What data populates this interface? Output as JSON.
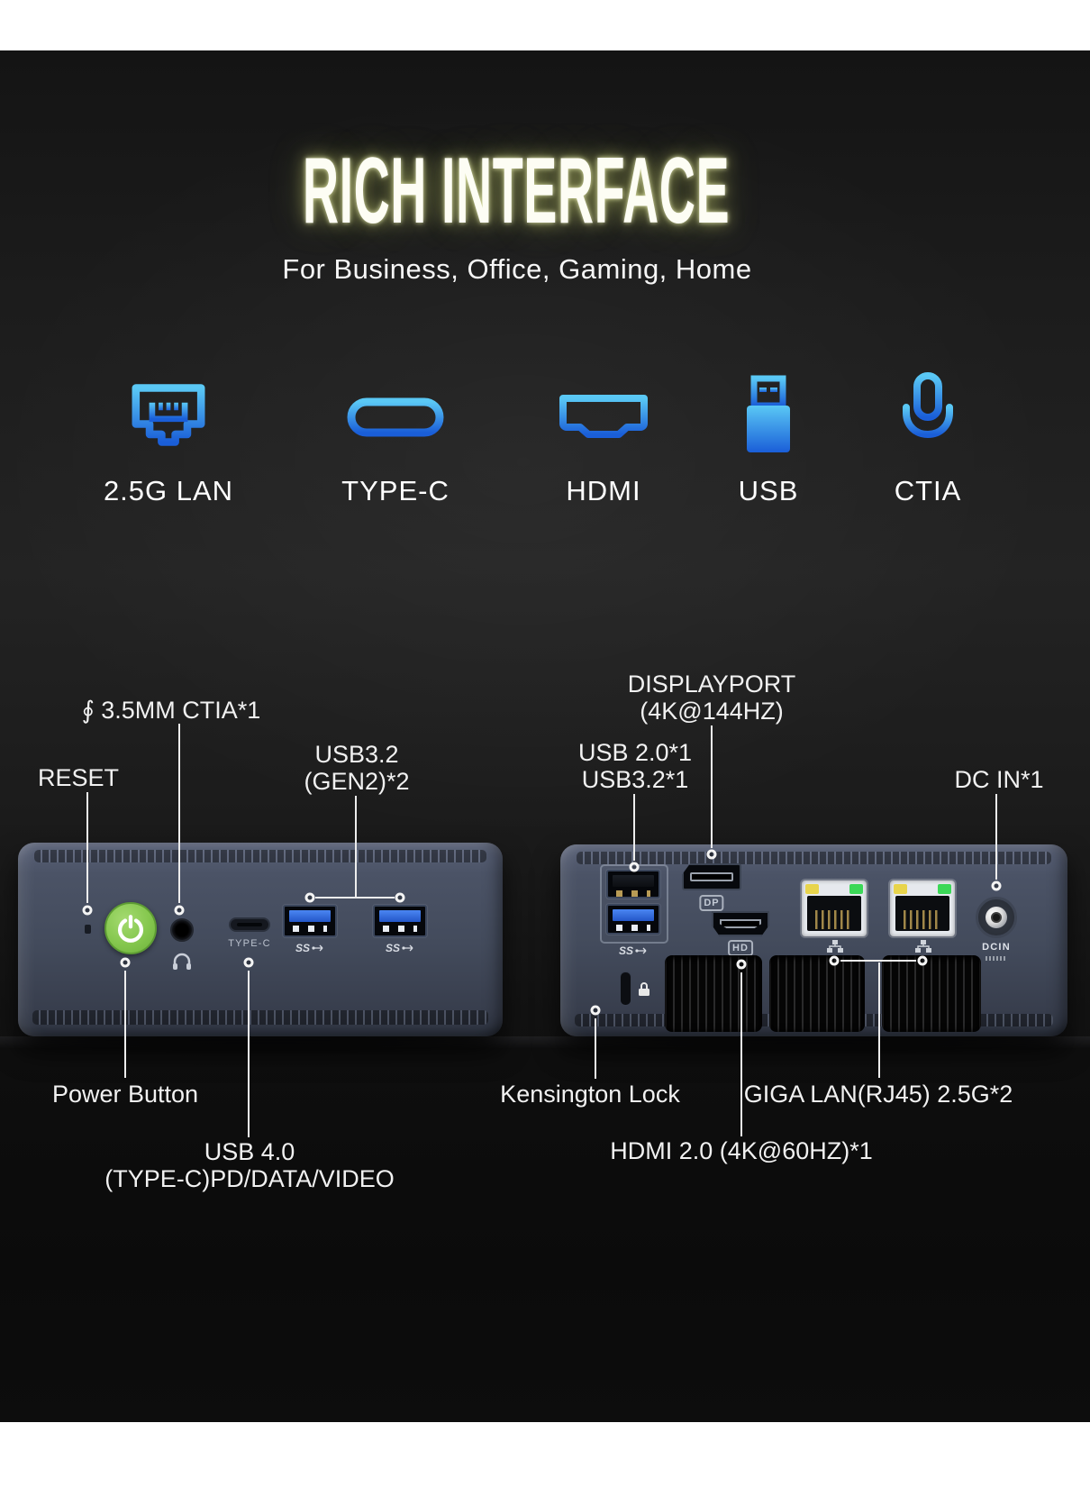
{
  "header": {
    "title": "RICH INTERFACE",
    "subtitle": "For Business, Office, Gaming, Home"
  },
  "interfaces": [
    {
      "icon": "lan-port-icon",
      "label": "2.5G LAN"
    },
    {
      "icon": "type-c-icon",
      "label": "TYPE-C"
    },
    {
      "icon": "hdmi-icon",
      "label": "HDMI"
    },
    {
      "icon": "usb-icon",
      "label": "USB"
    },
    {
      "icon": "microphone-icon",
      "label": "CTIA"
    }
  ],
  "front_view": {
    "callouts": {
      "reset": "RESET",
      "audio_jack": "∮ 3.5MM CTIA*1",
      "usb32_line1": "USB3.2",
      "usb32_line2": "(GEN2)*2",
      "power_button": "Power Button",
      "usb4_line1": "USB 4.0",
      "usb4_line2": "(TYPE-C)PD/DATA/VIDEO"
    },
    "port_marks": {
      "type_c": "TYPE-C",
      "superspeed": "SS"
    }
  },
  "rear_view": {
    "callouts": {
      "displayport_line1": "DISPLAYPORT",
      "displayport_line2": "(4K@144HZ)",
      "usb_line1": "USB 2.0*1",
      "usb_line2": "USB3.2*1",
      "dc_in": "DC IN*1",
      "kensington": "Kensington Lock",
      "giga_lan": "GIGA LAN(RJ45) 2.5G*2",
      "hdmi": "HDMI 2.0 (4K@60HZ)*1"
    },
    "port_marks": {
      "superspeed": "SS",
      "dp_badge": "DP",
      "hd_badge": "HD",
      "dc_badge": "DCIN"
    }
  },
  "colors": {
    "icon_gradient_top": "#5ac8f5",
    "icon_gradient_bottom": "#1a5ed8",
    "power_button_green": "#85c74e",
    "lan_led_yellow": "#e8d44c",
    "lan_led_green": "#3bd857",
    "title_glow": "#e9eeae",
    "usb3_blue": "#2f6fe4"
  }
}
